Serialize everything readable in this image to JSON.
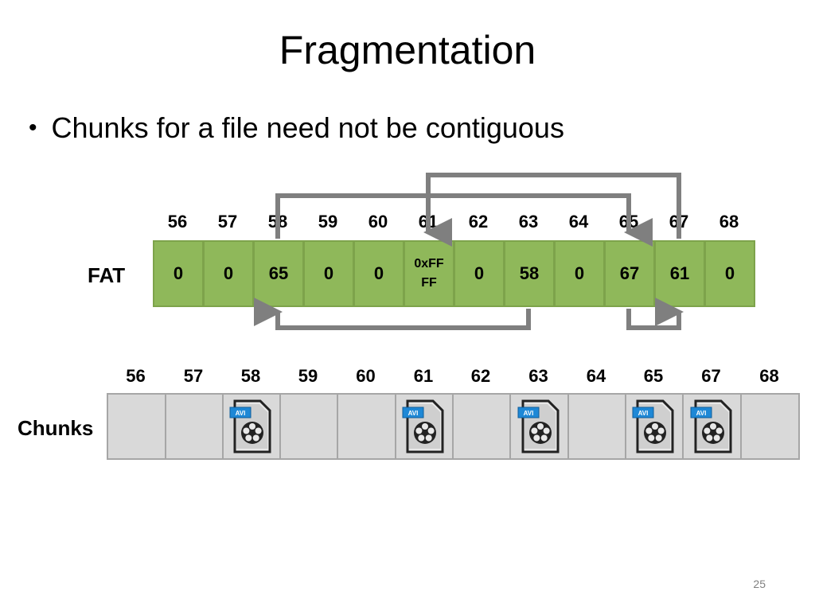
{
  "title": "Fragmentation",
  "bullet": "Chunks for a file need not be contiguous",
  "fat_label": "FAT",
  "chunks_label": "Chunks",
  "fat_indices": [
    "56",
    "57",
    "58",
    "59",
    "60",
    "61",
    "62",
    "63",
    "64",
    "65",
    "67",
    "68"
  ],
  "fat_values": [
    "0",
    "0",
    "65",
    "0",
    "0",
    "0xFF FF",
    "0",
    "58",
    "0",
    "67",
    "61",
    "0"
  ],
  "chunk_indices": [
    "56",
    "57",
    "58",
    "59",
    "60",
    "61",
    "62",
    "63",
    "64",
    "65",
    "67",
    "68"
  ],
  "chunk_has_file": [
    false,
    false,
    true,
    false,
    false,
    true,
    false,
    true,
    false,
    true,
    true,
    false
  ],
  "file_icon_label": "AVI",
  "page_number": "25",
  "colors": {
    "fat_green": "#8fb85a",
    "arrow_gray": "#7f7f7f",
    "chunk_gray": "#d9d9d9",
    "avi_blue": "#1e88d6"
  },
  "links": [
    {
      "from": "63",
      "to": "58",
      "side": "below"
    },
    {
      "from": "58",
      "to": "65",
      "side": "above"
    },
    {
      "from": "65",
      "to": "67",
      "side": "below"
    },
    {
      "from": "67",
      "to": "61",
      "side": "above"
    }
  ]
}
